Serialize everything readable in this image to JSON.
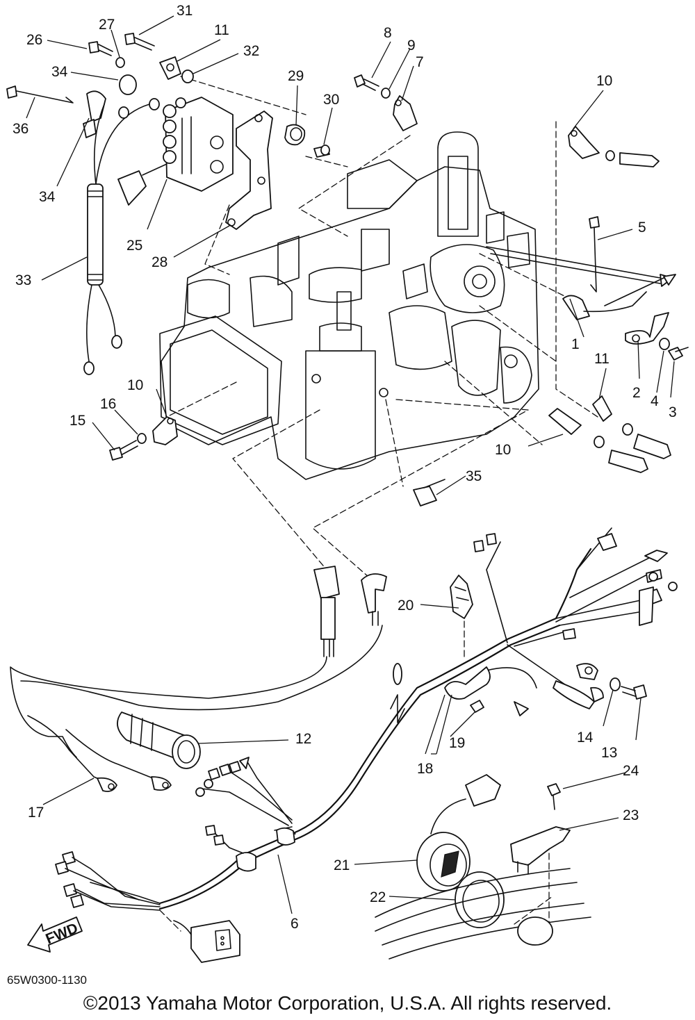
{
  "callouts": [
    {
      "id": "c1",
      "text": "1"
    },
    {
      "id": "c2",
      "text": "2"
    },
    {
      "id": "c3",
      "text": "3"
    },
    {
      "id": "c4",
      "text": "4"
    },
    {
      "id": "c5",
      "text": "5"
    },
    {
      "id": "c6",
      "text": "6"
    },
    {
      "id": "c7",
      "text": "7"
    },
    {
      "id": "c8",
      "text": "8"
    },
    {
      "id": "c9",
      "text": "9"
    },
    {
      "id": "c10a",
      "text": "10"
    },
    {
      "id": "c10b",
      "text": "10"
    },
    {
      "id": "c10c",
      "text": "10"
    },
    {
      "id": "c11a",
      "text": "11"
    },
    {
      "id": "c11b",
      "text": "11"
    },
    {
      "id": "c12",
      "text": "12"
    },
    {
      "id": "c13",
      "text": "13"
    },
    {
      "id": "c14",
      "text": "14"
    },
    {
      "id": "c15",
      "text": "15"
    },
    {
      "id": "c16",
      "text": "16"
    },
    {
      "id": "c17",
      "text": "17"
    },
    {
      "id": "c18",
      "text": "18"
    },
    {
      "id": "c19",
      "text": "19"
    },
    {
      "id": "c20",
      "text": "20"
    },
    {
      "id": "c21",
      "text": "21"
    },
    {
      "id": "c22",
      "text": "22"
    },
    {
      "id": "c23",
      "text": "23"
    },
    {
      "id": "c24",
      "text": "24"
    },
    {
      "id": "c25",
      "text": "25"
    },
    {
      "id": "c26",
      "text": "26"
    },
    {
      "id": "c27",
      "text": "27"
    },
    {
      "id": "c28",
      "text": "28"
    },
    {
      "id": "c29",
      "text": "29"
    },
    {
      "id": "c30",
      "text": "30"
    },
    {
      "id": "c31",
      "text": "31"
    },
    {
      "id": "c32",
      "text": "32"
    },
    {
      "id": "c33",
      "text": "33"
    },
    {
      "id": "c34a",
      "text": "34"
    },
    {
      "id": "c34b",
      "text": "34"
    },
    {
      "id": "c35",
      "text": "35"
    },
    {
      "id": "c36",
      "text": "36"
    }
  ],
  "fwd_label": "FWD",
  "drawing_code": "65W0300-1130",
  "copyright": "©2013 Yamaha Motor Corporation, U.S.A. All rights reserved."
}
